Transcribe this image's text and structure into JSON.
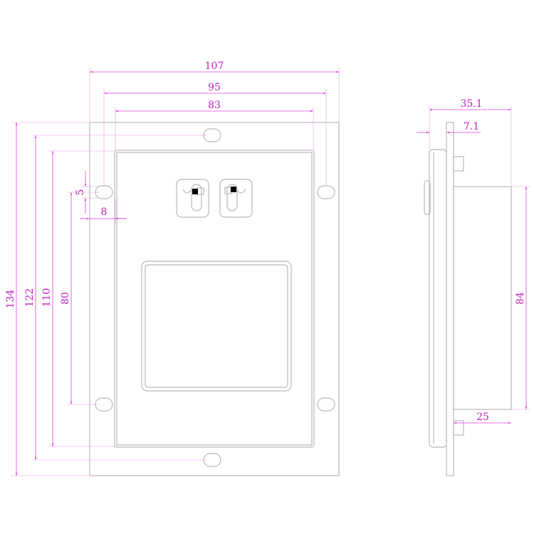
{
  "colors": {
    "part_line": "#b8b8b8",
    "dimension": "#e040e0",
    "dimension_text": "#c020c0"
  },
  "front_view": {
    "dimensions": {
      "width_overall": "107",
      "hole_spacing_x": "95",
      "inner_width": "83",
      "height_overall": "134",
      "hole_spacing_y": "122",
      "inner_height": "110",
      "side_hole_spacing": "80",
      "hole_height": "5",
      "hole_width": "8"
    }
  },
  "side_view": {
    "dimensions": {
      "total_depth": "35.1",
      "front_depth": "7.1",
      "body_height": "84",
      "body_depth": "25"
    }
  }
}
